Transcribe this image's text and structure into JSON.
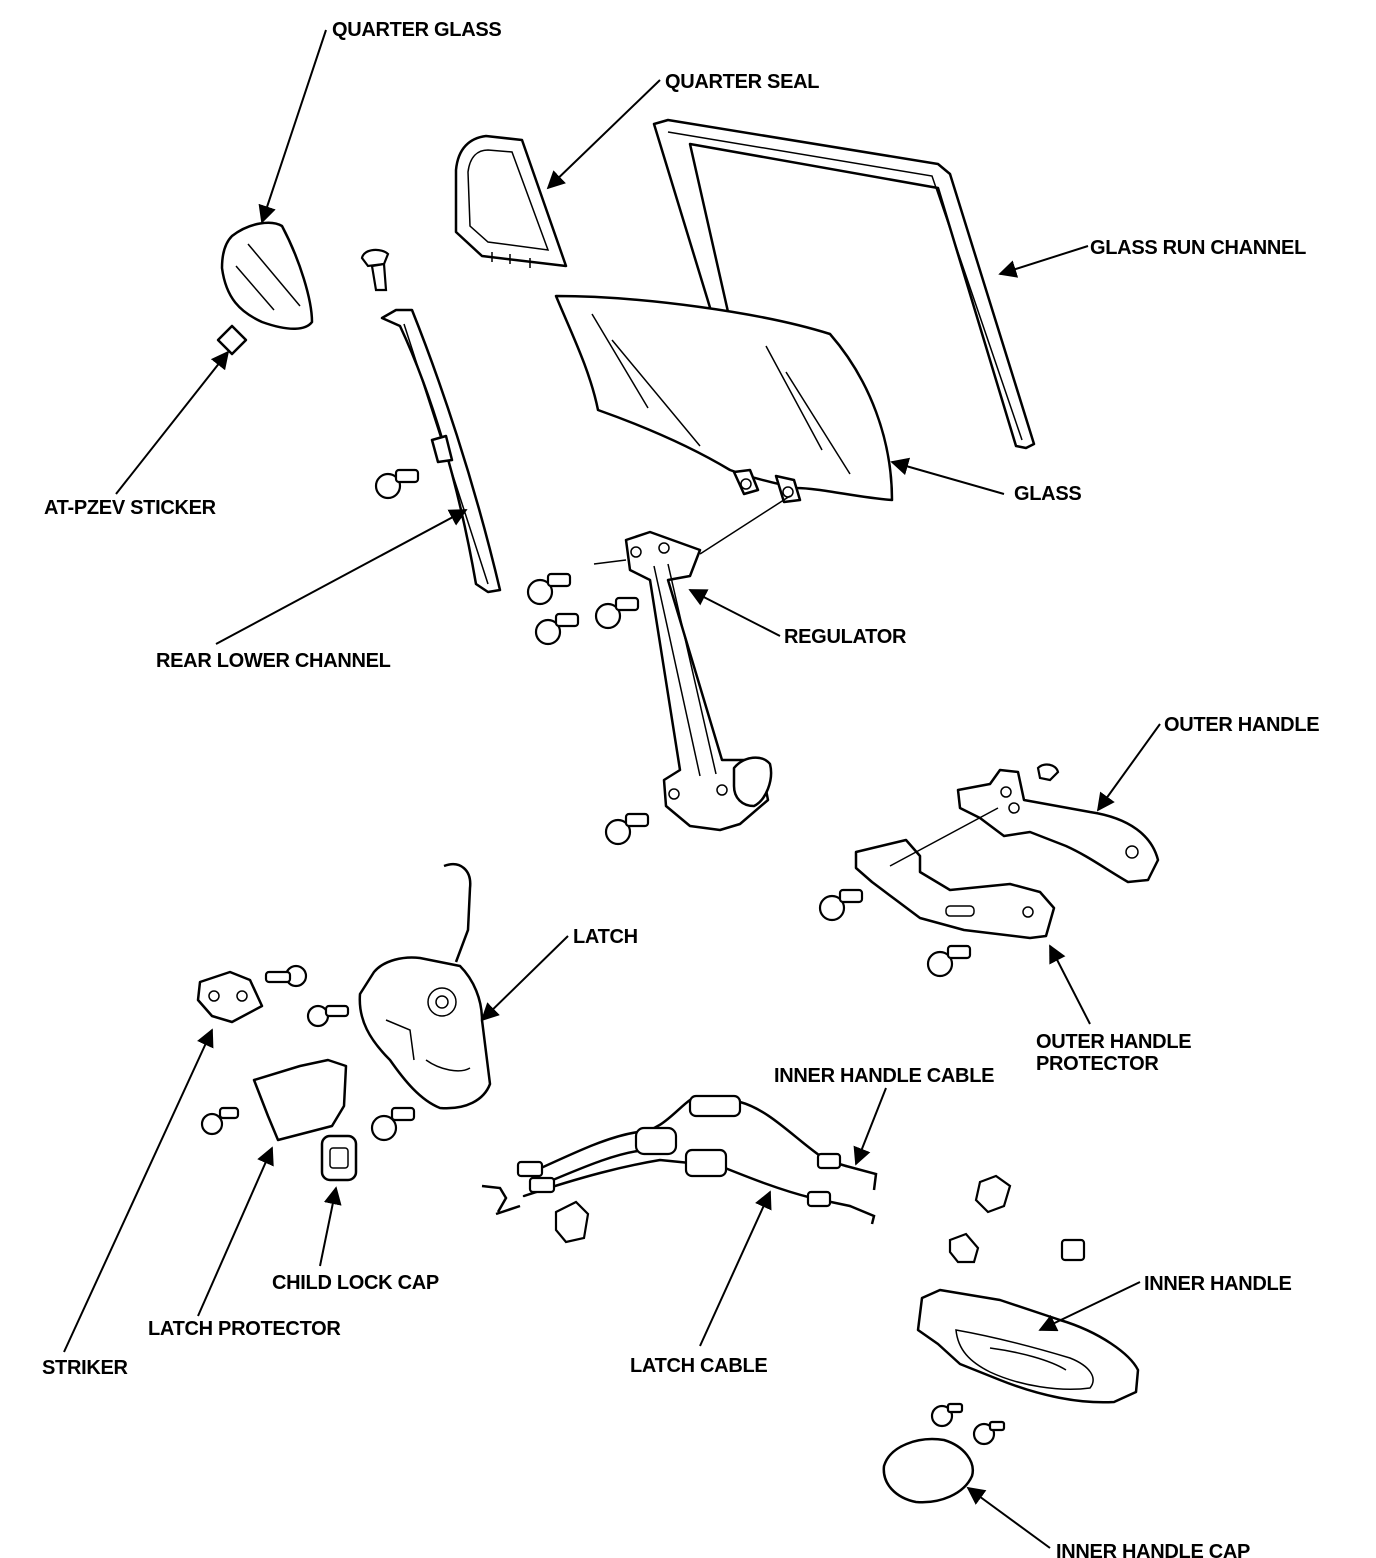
{
  "labels": {
    "quarter_glass": "QUARTER GLASS",
    "quarter_seal": "QUARTER SEAL",
    "glass_run_channel": "GLASS RUN CHANNEL",
    "at_pzev_sticker": "AT-PZEV STICKER",
    "glass": "GLASS",
    "regulator": "REGULATOR",
    "rear_lower_channel": "REAR LOWER CHANNEL",
    "outer_handle": "OUTER HANDLE",
    "latch": "LATCH",
    "outer_handle_protector_1": "OUTER HANDLE",
    "outer_handle_protector_2": "PROTECTOR",
    "inner_handle_cable": "INNER HANDLE CABLE",
    "child_lock_cap": "CHILD LOCK CAP",
    "inner_handle": "INNER HANDLE",
    "latch_protector": "LATCH PROTECTOR",
    "striker": "STRIKER",
    "latch_cable": "LATCH CABLE",
    "inner_handle_cap": "INNER HANDLE CAP"
  },
  "colors": {
    "ink": "#000000",
    "background": "#ffffff"
  }
}
